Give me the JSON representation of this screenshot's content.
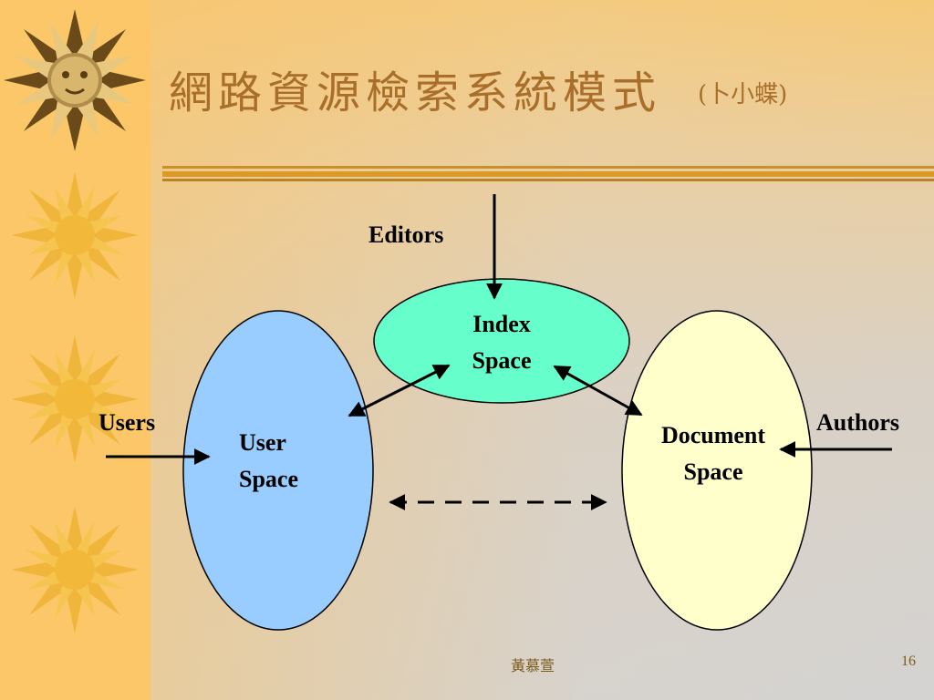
{
  "slide": {
    "title": "網路資源檢索系統模式",
    "title_sub": "(卜小蝶)",
    "footer_author": "黃慕萱",
    "page_number": "16"
  },
  "diagram": {
    "nodes": {
      "index_space": {
        "line1": "Index",
        "line2": "Space",
        "fill": "#66ffcc"
      },
      "user_space": {
        "line1": "User",
        "line2": "Space",
        "fill": "#99ccff"
      },
      "document_space": {
        "line1": "Document",
        "line2": "Space",
        "fill": "#ffffcc"
      }
    },
    "actors": {
      "editors": "Editors",
      "users": "Users",
      "authors": "Authors"
    }
  },
  "colors": {
    "title": "#a86e2a",
    "sun": "#f2b83a",
    "rule": "#c9902a"
  }
}
